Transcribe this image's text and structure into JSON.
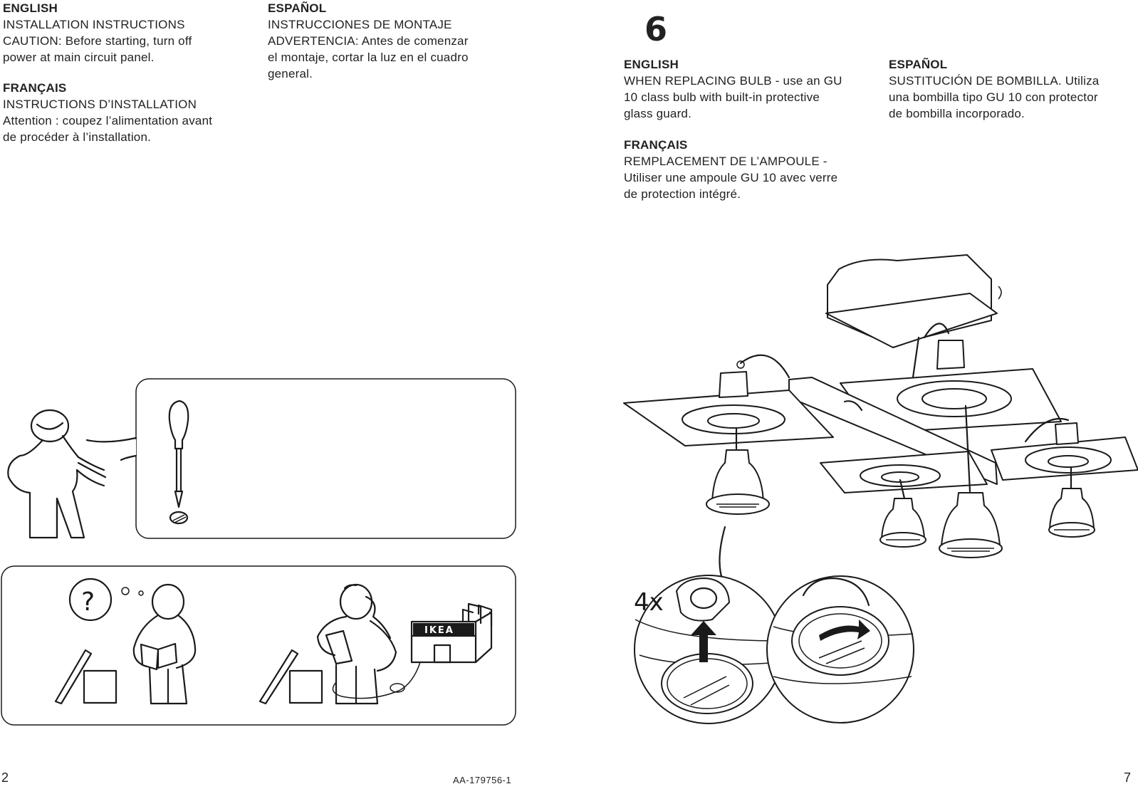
{
  "left_page": {
    "english": {
      "lang": "ENGLISH",
      "text": "INSTALLATION INSTRUCTIONS\nCAUTION: Before starting, turn off\npower at main circuit panel."
    },
    "french": {
      "lang": "FRANÇAIS",
      "text": "INSTRUCTIONS D’INSTALLATION\nAttention : coupez l’alimentation avant\nde procéder à l’installation."
    },
    "spanish": {
      "lang": "ESPAÑOL",
      "text": "INSTRUCCIONES DE MONTAJE\nADVERTENCIA: Antes de comenzar\nel montaje,  cortar la  luz en el cuadro\ngeneral."
    },
    "page_number": "2"
  },
  "right_page": {
    "step_number": "6",
    "english": {
      "lang": "ENGLISH",
      "text": "WHEN REPLACING BULB - use an GU\n10 class bulb with built-in protective\nglass guard."
    },
    "french": {
      "lang": "FRANÇAIS",
      "text": "REMPLACEMENT DE L’AMPOULE -\nUtiliser une ampoule GU 10 avec verre\nde protection intégré."
    },
    "spanish": {
      "lang": "ESPAÑOL",
      "text": "SUSTITUCIÓN DE BOMBILLA. Utiliza\nuna bombilla tipo GU 10 con protector\nde bombilla incorporado."
    },
    "quantity_label": "4x",
    "page_number": "7"
  },
  "footer": {
    "doc_code": "AA-179756-1"
  },
  "illustration": {
    "store_sign": "IKEA"
  },
  "icons": [
    "person-figure-icon",
    "screwdriver-icon",
    "screw-head-icon",
    "question-mark-icon",
    "box-icon",
    "phone-icon",
    "ikea-store-icon",
    "light-fixture-icon",
    "bulb-icon",
    "arrow-up-icon",
    "rotate-arrow-icon"
  ],
  "colors": {
    "ink": "#1a1a1a",
    "paper": "#ffffff"
  }
}
